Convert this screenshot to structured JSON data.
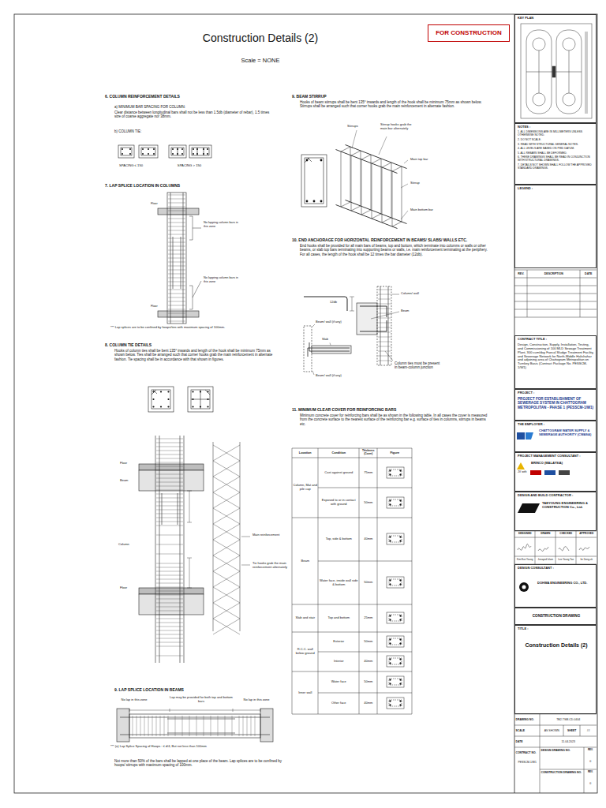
{
  "diagram": {
    "title": "Construction Details (2)",
    "caption": "Scale = NONE",
    "nodes": [
      {
        "text": [
          "FOR CONSTRUCTION"
        ]
      },
      {
        "text": [
          "KEY PLAN"
        ]
      },
      {
        "text": [
          "NOTES :",
          "1. ALL DIMENSIONS ARE IN MILLIMETERS UNLESS OTHERWISE NOTED.",
          "2. DO NOT SCALE.",
          "3. READ WITH STRUCTURAL GENERAL NOTES.",
          "4. ALL LEVELS ARE BASED ON PWD DATUM.",
          "5. ALL REBARS SHALL BE DEFORMED.",
          "6. THESE DRAWINGS SHALL BE READ IN CONJUNCTION WITH STRUCTURAL DRAWINGS.",
          "7. DETAILS NOT SHOWN SHALL FOLLOW THE APPROVED STANDARD DRAWINGS."
        ]
      },
      {
        "text": [
          "LEGEND :"
        ]
      },
      {
        "text": [
          "CONTRACT TITLE :",
          "Design, Construction, Supply, Installation, Testing, and Commissioning of 100 MLD Sewage Treatment Plant, 300 cum/day Faecal Sludge Treatment Facility, and Sewerage Network for North-Middle Halishahar and adjoining area of Chattogram Metropolitan on Turnkey Basis (Contract Package No. PESSCM-1/W1)"
        ]
      },
      {
        "text": [
          "PROJECT :",
          "PROJECT FOR ESTABLISHMENT OF SEWERAGE SYSTEM IN CHATTOGRAM METROPOLITAN - PHASE 1 (PESSCM-1/W1)"
        ]
      },
      {
        "text": [
          "THE EMPLOYER :",
          "CHATTOGRAM WATER SUPPLY & SEWERAGE AUTHORITY (CWASA)"
        ]
      },
      {
        "text": [
          "PROJECT MANAGEMENT CONSULTANT :",
          "BRINCO (MALAYSIA)",
          "JV with"
        ]
      },
      {
        "text": [
          "DESIGN AND BUILD CONTRACTOR :",
          "TAEYOUNG ENGINEERING & CONSTRUCTION Co., Ltd."
        ]
      },
      {
        "text": [
          "DESIGN CONSULTANT :",
          "DOHWA ENGINEERING CO., LTD."
        ]
      },
      {
        "text": [
          "CONSTRUCTION DRAWING"
        ]
      },
      {
        "text": [
          "TITLE :",
          "Construction Details (2)"
        ]
      }
    ],
    "labels": [
      "6. COLUMN REINFORCEMENT DETAILS",
      "a) MINIMUM BAR SPACING FOR COLUMN:",
      "Clear distance between longitudinal bars shall not be less than 1.5db (diameter of rebar), 1.5 times size of coarse aggregate nor 38mm.",
      "b) COLUMN TIE:",
      "SPACING ≤ 150",
      "SPACING > 150",
      "7. LAP SPLICE LOCATION IN COLUMNS",
      "Floor",
      "No lapping column bars in this zone",
      "No lapping column bars in this zone",
      "Floor",
      "*** Lap splices are to be confined by hoops/ties with maximum spacing of 100mm.",
      "8. COLUMN TIE DETAILS",
      "Hooks of column ties shall be bent 135° inwards and length of the hook shall be minimum 75mm as shown below. Ties shall be arranged such that corner hooks grab the main reinforcement in alternate fashion. Tie spacing shall be in accordance with that shown in figures.",
      "Floor",
      "Beam",
      "Column",
      "Floor",
      "Main reinforcement",
      "Tie hooks grab the main reinforcement alternately",
      "9. LAP SPLICE LOCATION IN BEAMS",
      "No lap in this zone",
      "Lap may be provided for both top and bottom bars",
      "No lap in this zone",
      "*** (a) Lap Splice Spacing of Hoops : ≤ d/4, But not less than 100mm",
      "Not more than 50% of the bars shall be lapped at one place of the beam. Lap splices are to be confined by hoops/ stirrups with maximum spacing of 100mm.",
      "9. BEAM STIRRUP",
      "Hooks of beam stirrups shall be bent 135° inwards and length of the hook shall be minimum 75mm as shown below. Stirrups shall be arranged such that corner hooks grab the main reinforcement in alternate fashion.",
      "Stirrups",
      "Stirrup hooks grab the main bar alternately",
      "Main top bar",
      "Stirrup",
      "Main bottom bar",
      "10. END ANCHORAGE FOR HORIZONTAL REINFORCEMENT IN BEAMS/ SLABS/ WALLS ETC.",
      "End hooks shall be provided for all main bars of beams, top and bottom, which terminate into columns or walls or other beams, or slab top bars terminating into supporting beams or walls, i.e. main reinforcement terminating at the periphery. For all cases, the length of the hook shall be 12 times the bar diameter (12db).",
      "12db",
      "Beam/ wall (if any)",
      "Slab",
      "Beam/ wall (if any)",
      "Column/ wall",
      "Beam",
      "Column ties must be present in beam-column junction",
      "11. MINIMUM CLEAR COVER FOR REINFORCING BARS",
      "Minimum concrete cover for reinforcing bars shall be as shown in the following table. In all cases the cover is measured from the concrete surface to the nearest surface of the reinforcing bar e.g. surface of ties in columns, stirrups in beams etc.",
      "Location",
      "Condition",
      "Thickness (Cover)",
      "Figure",
      "Column, Mat and pile cap",
      "Cast against ground",
      "75mm",
      "Exposed to or in contact with ground",
      "50mm",
      "Beam",
      "Top, side & bottom",
      "40mm",
      "Water face, inside wall side & bottom",
      "50mm",
      "Slab and stair",
      "Top and bottom",
      "25mm",
      "R.C.C. wall below ground",
      "Exterior",
      "50mm",
      "Interior",
      "40mm",
      "Inner wall",
      "Water face",
      "50mm",
      "Other face",
      "40mm",
      "REV.",
      "DESCRIPTION",
      "DATE",
      "DESIGNED",
      "DRAWN",
      "CHECKED",
      "APPROVED",
      "Kim Eun Young",
      "Junayed Islam",
      "Lee Young Tae",
      "Im Dong-uk",
      "DRAWING NO.",
      "TB2-TSM-CD-0404",
      "SCALE",
      "AS SHOWN",
      "SHEET",
      "##",
      "DATE",
      "11.04.2023",
      "CONTRACT NO.",
      "PESSCM-1/W1",
      "DESIGN DRAWING NO.",
      "REV.",
      "0",
      "CONSTRUCTION DRAWING NO.",
      "REV.",
      "0"
    ]
  }
}
